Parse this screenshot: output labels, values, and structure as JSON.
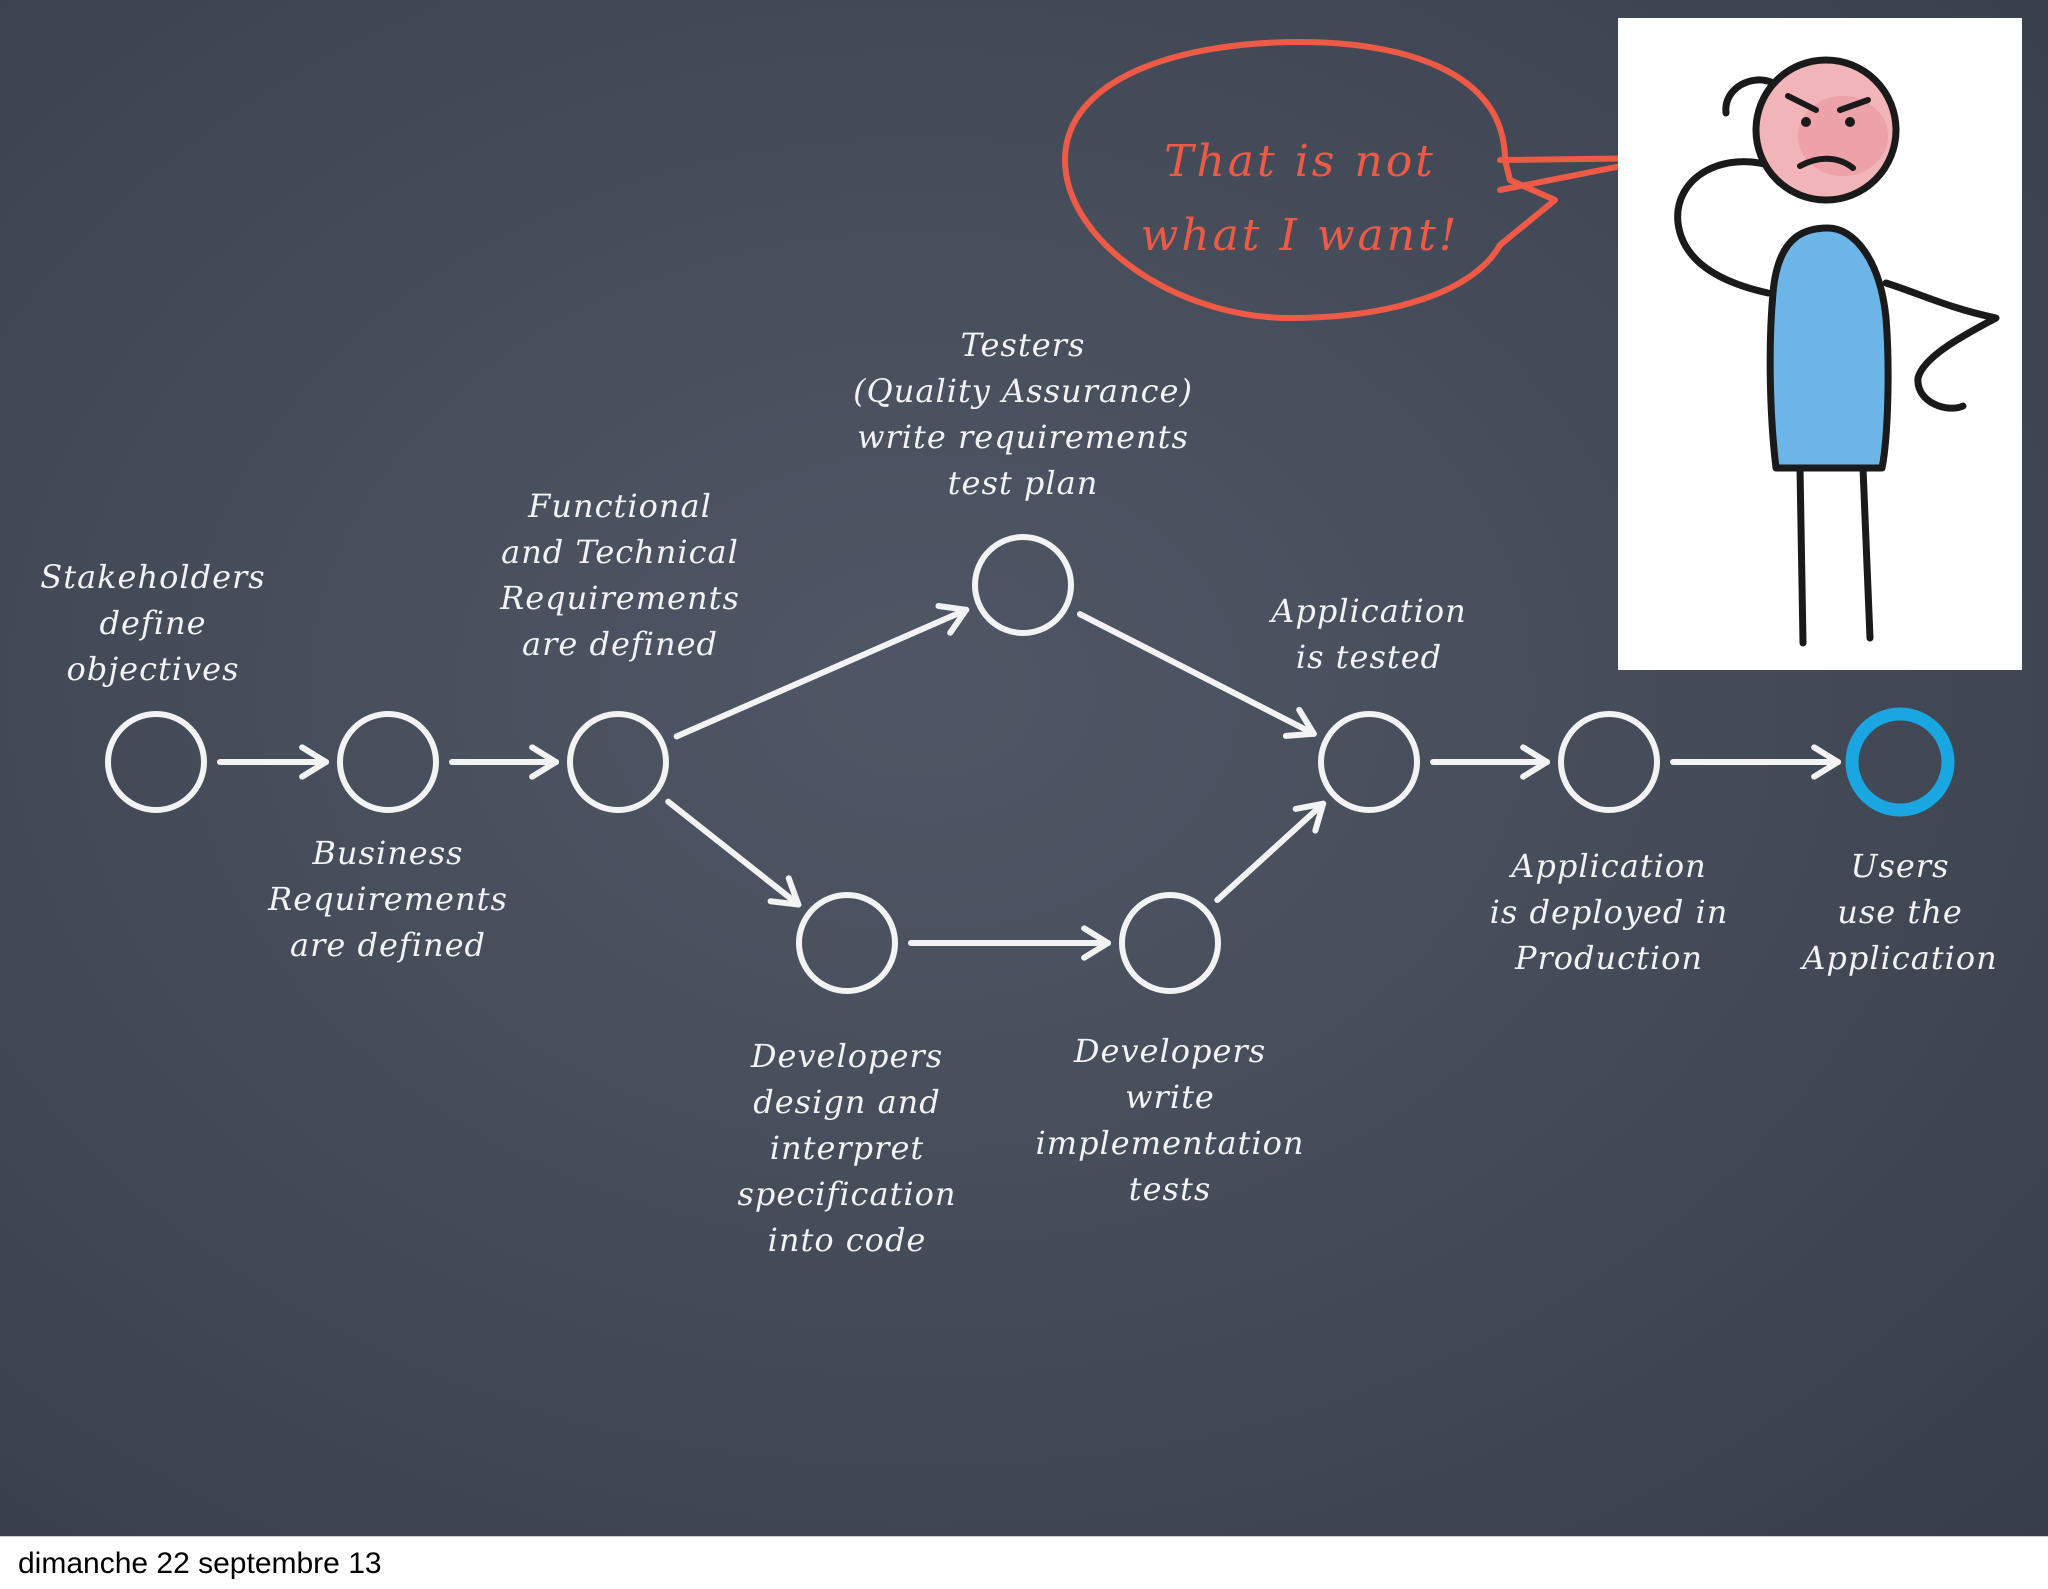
{
  "nodes": [
    {
      "id": "stakeholders",
      "label_lines": [
        "Stakeholders",
        "define",
        "objectives"
      ],
      "highlight": false
    },
    {
      "id": "business",
      "label_lines": [
        "Business",
        "Requirements",
        "are defined"
      ],
      "highlight": false
    },
    {
      "id": "functional",
      "label_lines": [
        "Functional",
        "and Technical",
        "Requirements",
        "are defined"
      ],
      "highlight": false
    },
    {
      "id": "testers",
      "label_lines": [
        "Testers",
        "(Quality Assurance)",
        "write requirements",
        "test plan"
      ],
      "highlight": false
    },
    {
      "id": "design",
      "label_lines": [
        "Developers",
        "design and",
        "interpret",
        "specification",
        "into code"
      ],
      "highlight": false
    },
    {
      "id": "impl-tests",
      "label_lines": [
        "Developers",
        "write",
        "implementation",
        "tests"
      ],
      "highlight": false
    },
    {
      "id": "tested",
      "label_lines": [
        "Application",
        "is tested"
      ],
      "highlight": false
    },
    {
      "id": "deployed",
      "label_lines": [
        "Application",
        "is deployed in",
        "Production"
      ],
      "highlight": false
    },
    {
      "id": "users",
      "label_lines": [
        "Users",
        "use the",
        "Application"
      ],
      "highlight": true
    }
  ],
  "edges": [
    [
      "stakeholders",
      "business"
    ],
    [
      "business",
      "functional"
    ],
    [
      "functional",
      "testers"
    ],
    [
      "functional",
      "design"
    ],
    [
      "testers",
      "tested"
    ],
    [
      "design",
      "impl-tests"
    ],
    [
      "impl-tests",
      "tested"
    ],
    [
      "tested",
      "deployed"
    ],
    [
      "deployed",
      "users"
    ]
  ],
  "speech_bubble": {
    "lines": [
      "That is not",
      "what I want!"
    ]
  },
  "footer": {
    "date": "dimanche 22 septembre 13"
  },
  "colors": {
    "board": "#434a57",
    "chalk": "#f3f3f3",
    "highlight": "#1aa6e0",
    "speech": "#ef5a47",
    "shirt": "#6bb6e6",
    "face": "#f1b4b8"
  }
}
